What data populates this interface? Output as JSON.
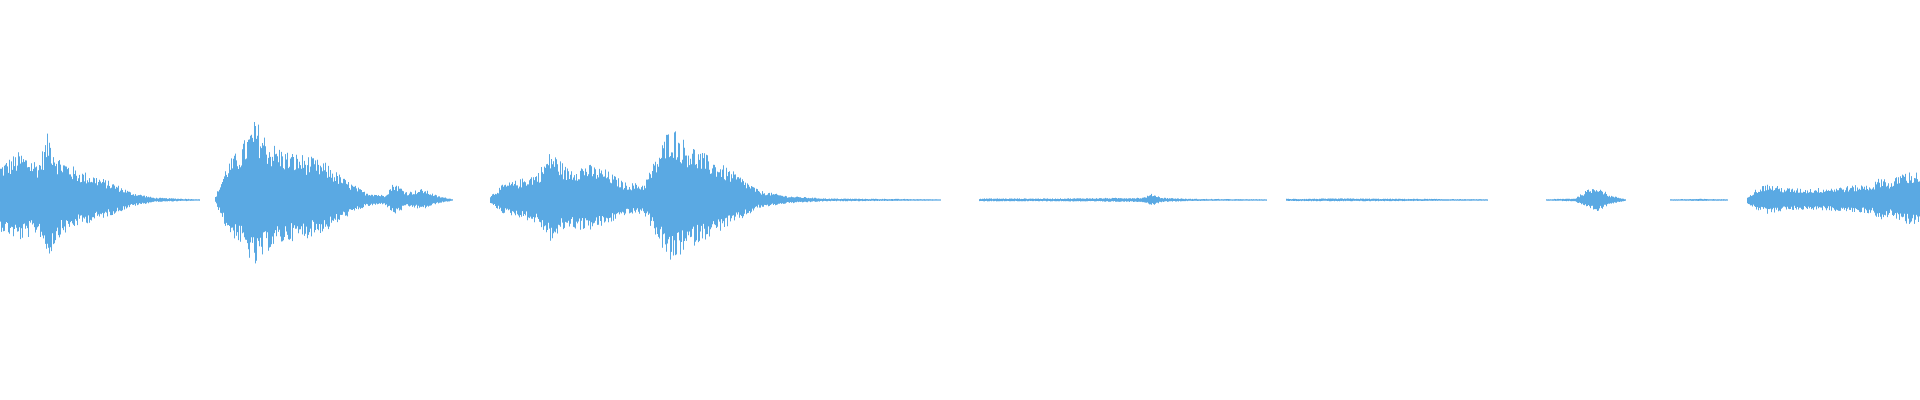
{
  "waveform": {
    "color": "#5aa9e3",
    "segments": [
      {
        "start": 0.0,
        "end": 0.104,
        "peaks": [
          [
            0.0,
            0.45
          ],
          [
            0.01,
            0.6
          ],
          [
            0.02,
            0.48
          ],
          [
            0.025,
            0.85
          ],
          [
            0.03,
            0.55
          ],
          [
            0.04,
            0.38
          ],
          [
            0.05,
            0.3
          ],
          [
            0.06,
            0.2
          ],
          [
            0.068,
            0.1
          ],
          [
            0.08,
            0.03
          ],
          [
            0.104,
            0.01
          ]
        ]
      },
      {
        "start": 0.112,
        "end": 0.236,
        "peaks": [
          [
            0.112,
            0.04
          ],
          [
            0.118,
            0.45
          ],
          [
            0.125,
            0.65
          ],
          [
            0.133,
            1.0
          ],
          [
            0.14,
            0.72
          ],
          [
            0.15,
            0.6
          ],
          [
            0.16,
            0.55
          ],
          [
            0.17,
            0.45
          ],
          [
            0.18,
            0.25
          ],
          [
            0.19,
            0.1
          ],
          [
            0.2,
            0.06
          ],
          [
            0.205,
            0.22
          ],
          [
            0.212,
            0.1
          ],
          [
            0.22,
            0.14
          ],
          [
            0.228,
            0.05
          ],
          [
            0.236,
            0.01
          ]
        ]
      },
      {
        "start": 0.255,
        "end": 0.49,
        "peaks": [
          [
            0.255,
            0.05
          ],
          [
            0.262,
            0.2
          ],
          [
            0.27,
            0.25
          ],
          [
            0.28,
            0.35
          ],
          [
            0.287,
            0.62
          ],
          [
            0.295,
            0.4
          ],
          [
            0.305,
            0.45
          ],
          [
            0.315,
            0.38
          ],
          [
            0.325,
            0.22
          ],
          [
            0.335,
            0.2
          ],
          [
            0.342,
            0.55
          ],
          [
            0.349,
            0.95
          ],
          [
            0.356,
            0.75
          ],
          [
            0.365,
            0.6
          ],
          [
            0.375,
            0.45
          ],
          [
            0.385,
            0.3
          ],
          [
            0.395,
            0.12
          ],
          [
            0.41,
            0.05
          ],
          [
            0.43,
            0.02
          ],
          [
            0.49,
            0.01
          ]
        ]
      },
      {
        "start": 0.51,
        "end": 0.66,
        "peaks": [
          [
            0.51,
            0.02
          ],
          [
            0.55,
            0.02
          ],
          [
            0.595,
            0.03
          ],
          [
            0.6,
            0.08
          ],
          [
            0.605,
            0.03
          ],
          [
            0.62,
            0.015
          ],
          [
            0.66,
            0.01
          ]
        ]
      },
      {
        "start": 0.67,
        "end": 0.775,
        "peaks": [
          [
            0.67,
            0.015
          ],
          [
            0.7,
            0.02
          ],
          [
            0.74,
            0.015
          ],
          [
            0.775,
            0.01
          ]
        ]
      },
      {
        "start": 0.805,
        "end": 0.847,
        "peaks": [
          [
            0.805,
            0.01
          ],
          [
            0.82,
            0.02
          ],
          [
            0.826,
            0.12
          ],
          [
            0.832,
            0.18
          ],
          [
            0.838,
            0.06
          ],
          [
            0.847,
            0.01
          ]
        ]
      },
      {
        "start": 0.87,
        "end": 0.9,
        "peaks": [
          [
            0.87,
            0.01
          ],
          [
            0.885,
            0.015
          ],
          [
            0.9,
            0.01
          ]
        ]
      },
      {
        "start": 0.91,
        "end": 1.0,
        "peaks": [
          [
            0.91,
            0.05
          ],
          [
            0.915,
            0.15
          ],
          [
            0.92,
            0.2
          ],
          [
            0.93,
            0.15
          ],
          [
            0.94,
            0.14
          ],
          [
            0.955,
            0.16
          ],
          [
            0.965,
            0.18
          ],
          [
            0.975,
            0.2
          ],
          [
            0.98,
            0.3
          ],
          [
            0.985,
            0.22
          ],
          [
            0.99,
            0.35
          ],
          [
            1.0,
            0.35
          ]
        ]
      }
    ]
  }
}
